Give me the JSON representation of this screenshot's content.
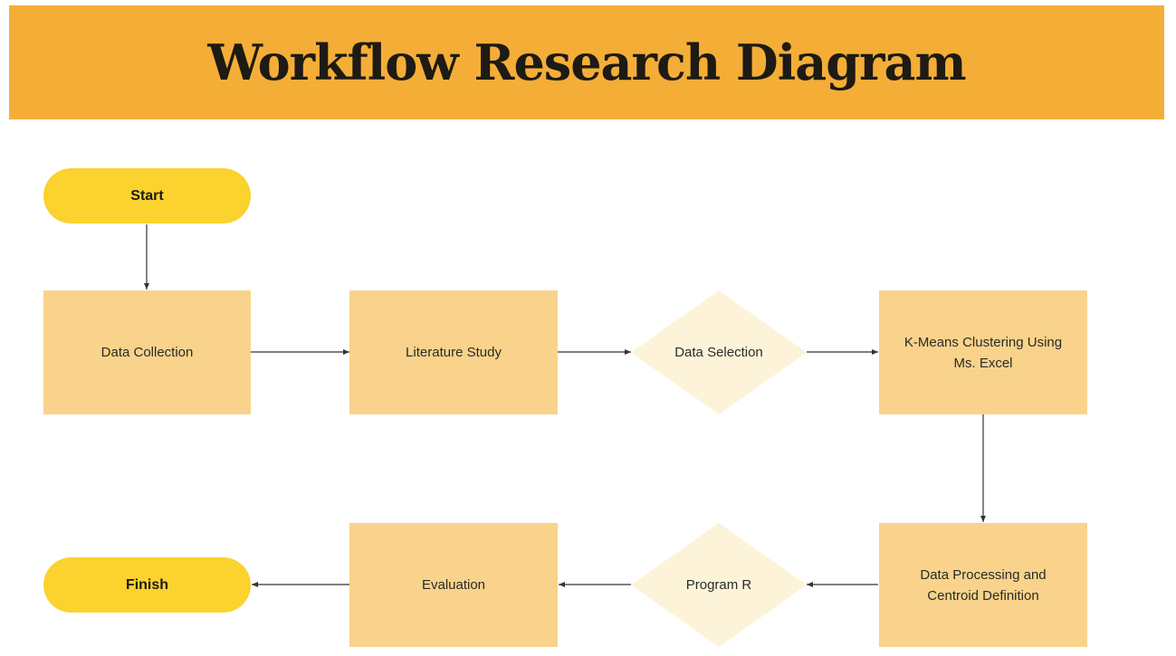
{
  "title": "Workflow Research Diagram",
  "nodes": {
    "start": "Start",
    "data_collection": "Data Collection",
    "literature_study": "Literature Study",
    "data_selection": "Data Selection",
    "kmeans": "K-Means Clustering Using Ms. Excel",
    "data_processing": "Data Processing and Centroid Definition",
    "program_r": "Program R",
    "evaluation": "Evaluation",
    "finish": "Finish"
  },
  "colors": {
    "banner": "#f4ae37",
    "terminal": "#fbd22e",
    "process": "#f9d38b",
    "decision": "#fdf3d8"
  }
}
